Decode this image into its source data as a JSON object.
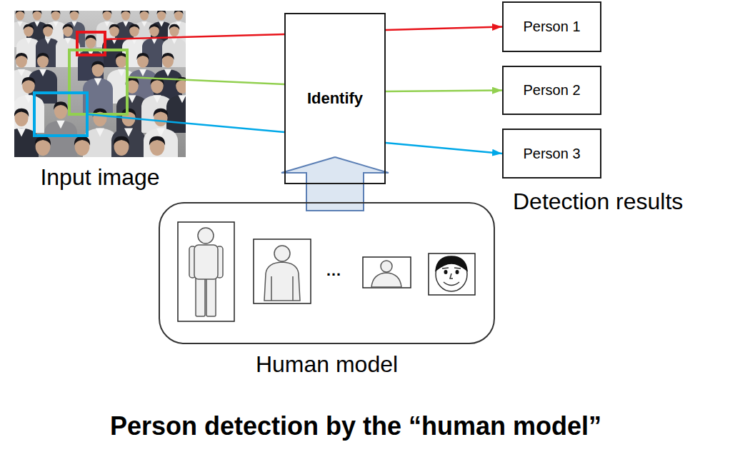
{
  "diagram": {
    "caption": "Person detection by the “human model”",
    "nodes": [
      {
        "text": [
          "Input image"
        ]
      },
      {
        "text": [
          "Identify"
        ]
      },
      {
        "text": [
          "Person 1"
        ]
      },
      {
        "text": [
          "Person 2"
        ]
      },
      {
        "text": [
          "Person 3"
        ]
      },
      {
        "text": [
          "Human model"
        ]
      }
    ],
    "edges": [
      {
        "from": 0,
        "to": 1,
        "arrow": "none"
      },
      {
        "from": 0,
        "to": 1,
        "arrow": "none"
      },
      {
        "from": 0,
        "to": 1,
        "arrow": "none"
      },
      {
        "from": 1,
        "to": 2,
        "arrow": "to"
      },
      {
        "from": 1,
        "to": 3,
        "arrow": "to"
      },
      {
        "from": 1,
        "to": 4,
        "arrow": "to"
      },
      {
        "from": 5,
        "to": 1,
        "arrow": "to"
      }
    ],
    "labels": [
      "…",
      "Detection results"
    ]
  }
}
